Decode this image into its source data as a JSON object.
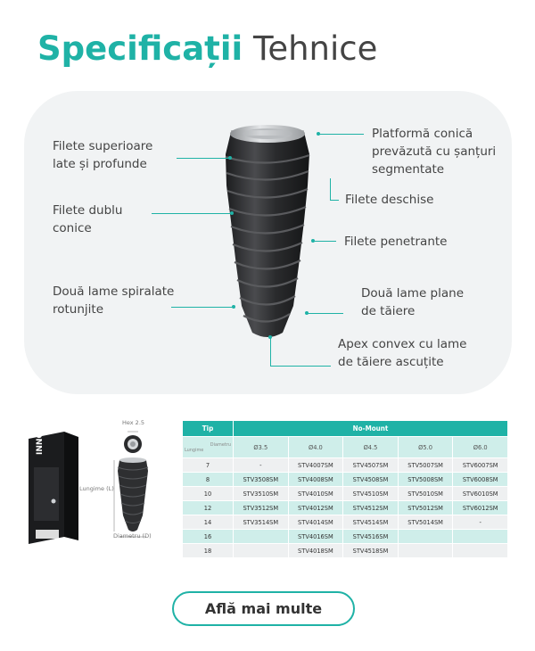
{
  "title": {
    "bold": "Specificații",
    "light": "Tehnice"
  },
  "callouts": {
    "filete_superioare": [
      "Filete superioare",
      "late și profunde"
    ],
    "filete_dublu": [
      "Filete dublu",
      "conice"
    ],
    "doua_lame_spiralate": [
      "Două lame spiralate",
      "rotunjite"
    ],
    "platforma": [
      "Platformă conică",
      "prevăzută cu șanțuri",
      "segmentate"
    ],
    "filete_deschise": "Filete deschise",
    "filete_penetrante": "Filete penetrante",
    "doua_lame_plane": [
      "Două lame plane",
      "de tăiere"
    ],
    "apex": [
      "Apex convex cu lame",
      "de tăiere ascuțite"
    ]
  },
  "product": {
    "box_brand": "INNO·V",
    "hex_label": "Hex 2.5",
    "length_label": "Lungime (L)",
    "diameter_label": "Diametru (D)"
  },
  "table": {
    "col_tip": "Tip",
    "col_no_mount": "No-Mount",
    "diag_diametru": "Diametru",
    "diag_lungime": "Lungime",
    "diameters": [
      "Ø3.5",
      "Ø4.0",
      "Ø4.5",
      "Ø5.0",
      "Ø6.0"
    ],
    "rows": [
      [
        "7",
        "-",
        "STV4007SM",
        "STV4507SM",
        "STV5007SM",
        "STV6007SM"
      ],
      [
        "8",
        "STV3508SM",
        "STV4008SM",
        "STV4508SM",
        "STV5008SM",
        "STV6008SM"
      ],
      [
        "10",
        "STV3510SM",
        "STV4010SM",
        "STV4510SM",
        "STV5010SM",
        "STV6010SM"
      ],
      [
        "12",
        "STV3512SM",
        "STV4012SM",
        "STV4512SM",
        "STV5012SM",
        "STV6012SM"
      ],
      [
        "14",
        "STV3514SM",
        "STV4014SM",
        "STV4514SM",
        "STV5014SM",
        "-"
      ],
      [
        "16",
        "",
        "STV4016SM",
        "STV4516SM",
        "",
        ""
      ],
      [
        "18",
        "",
        "STV4018SM",
        "STV4518SM",
        "",
        ""
      ]
    ]
  },
  "cta": {
    "label": "Află mai multe"
  },
  "colors": {
    "accent": "#1fb2a6",
    "panel": "#f1f3f4",
    "implant": "#2e2f31"
  }
}
